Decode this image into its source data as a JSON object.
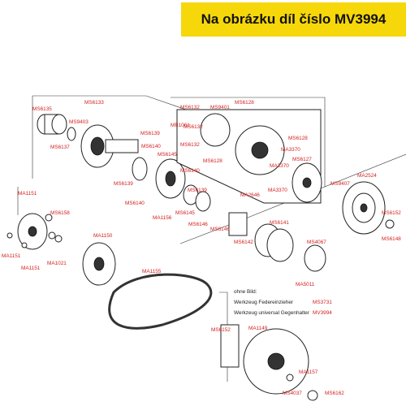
{
  "banner": {
    "text": "Na obrázku díl číslo MV3994",
    "color": "#f6d70a"
  },
  "labels": {
    "MS6133": "MS6133",
    "MS6135": "MS6135",
    "MS9403": "MS9403",
    "MS6137": "MS6137",
    "MS6139a": "MS6139",
    "MS6140a": "MS6140",
    "MS6145a": "MS6145",
    "MS6139b": "MS6139",
    "MS6140b": "MS6140",
    "MS6140c": "MS6140",
    "MS6139c": "MS6139",
    "MA1156": "MA1156",
    "MS6145b": "MS6145",
    "MS6146a": "MS6146",
    "MS6146b": "MS6146",
    "MB1061": "MB1061",
    "MS6132a": "MS6132",
    "MS6132b": "MS6132",
    "MS6132c": "MS6132",
    "MS9401": "MS9401",
    "MS6128a": "MS6128",
    "MS6128b": "MS6128",
    "MS6128c": "MS6128",
    "MA3370a": "MA3370",
    "MA3370b": "MA3370",
    "MA3370c": "MA3370",
    "MA2646": "MA2646",
    "MS6127": "MS6127",
    "MS9407": "MS9407",
    "MA2524": "MA2524",
    "MS6152a": "MS6152",
    "MS6148": "MS6148",
    "MS6141": "MS6141",
    "MS6142": "MS6142",
    "MS4067": "MS4067",
    "MA5011": "MA5011",
    "MA1151a": "MA1151",
    "MS6158": "MS6158",
    "MA1151b": "MA1151",
    "MA1151c": "MA1151",
    "MA1021": "MA1021",
    "MA1150": "MA1150",
    "MA1155": "MA1155",
    "MS6152b": "MS6152",
    "MA1149": "MA1149",
    "MA1157": "MA1157",
    "MS4037": "MS4037",
    "MS6162": "MS6162"
  },
  "notes": {
    "ohne_bild": "ohne Bild:",
    "werkzeug1_label": "Werkzeug Federeinzieher",
    "werkzeug1_code": "MS3731",
    "werkzeug2_label": "Werkzeug universal Gegenhalter",
    "werkzeug2_code": "MV3994"
  }
}
